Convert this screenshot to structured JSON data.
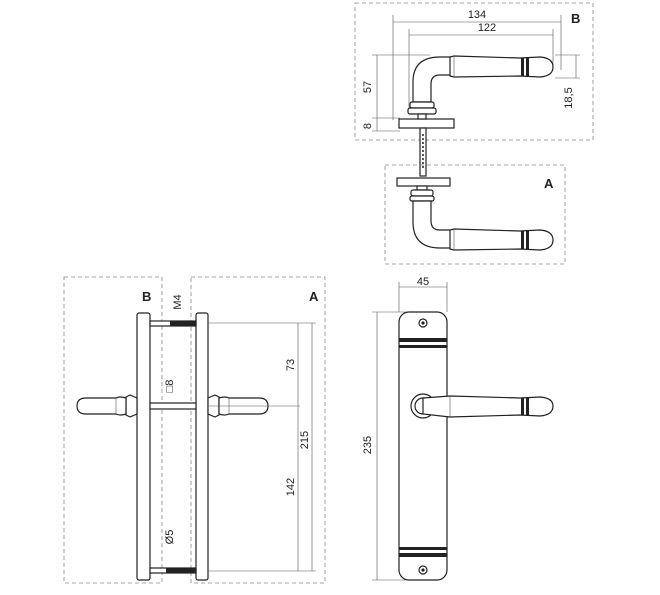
{
  "views": {
    "top": {
      "tag_b": "B",
      "tag_a": "A"
    },
    "side": {
      "tag_b": "B",
      "tag_a": "A"
    }
  },
  "dimensions": {
    "overall_length": "134",
    "lever_length": "122",
    "height": "57",
    "rose_thickness": "8",
    "grip_diameter": "18,5",
    "plate_width": "45",
    "plate_height": "235",
    "screw_thread": "M4",
    "spindle_square": "□8",
    "top_offset": "73",
    "hole_spacing": "215",
    "bottom_offset": "142",
    "pin_diameter": "Ø5"
  },
  "colors": {
    "line": "#222222",
    "dimension": "#555555",
    "frame": "#888888"
  }
}
